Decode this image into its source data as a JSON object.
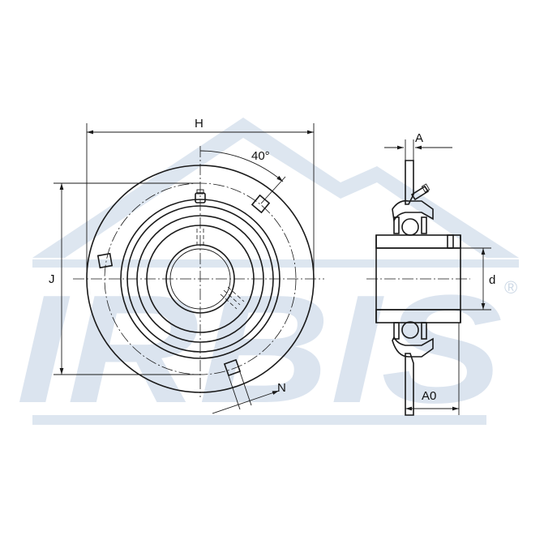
{
  "watermark": {
    "brand_text": "IRBIS",
    "registered_mark": "®"
  },
  "dimensions": {
    "H": "H",
    "J": "J",
    "angle": "40°",
    "N": "N",
    "A": "A",
    "d": "d",
    "A0": "A0"
  },
  "colors": {
    "line": "#1a1a1a",
    "watermark": "#dbe4ef"
  }
}
